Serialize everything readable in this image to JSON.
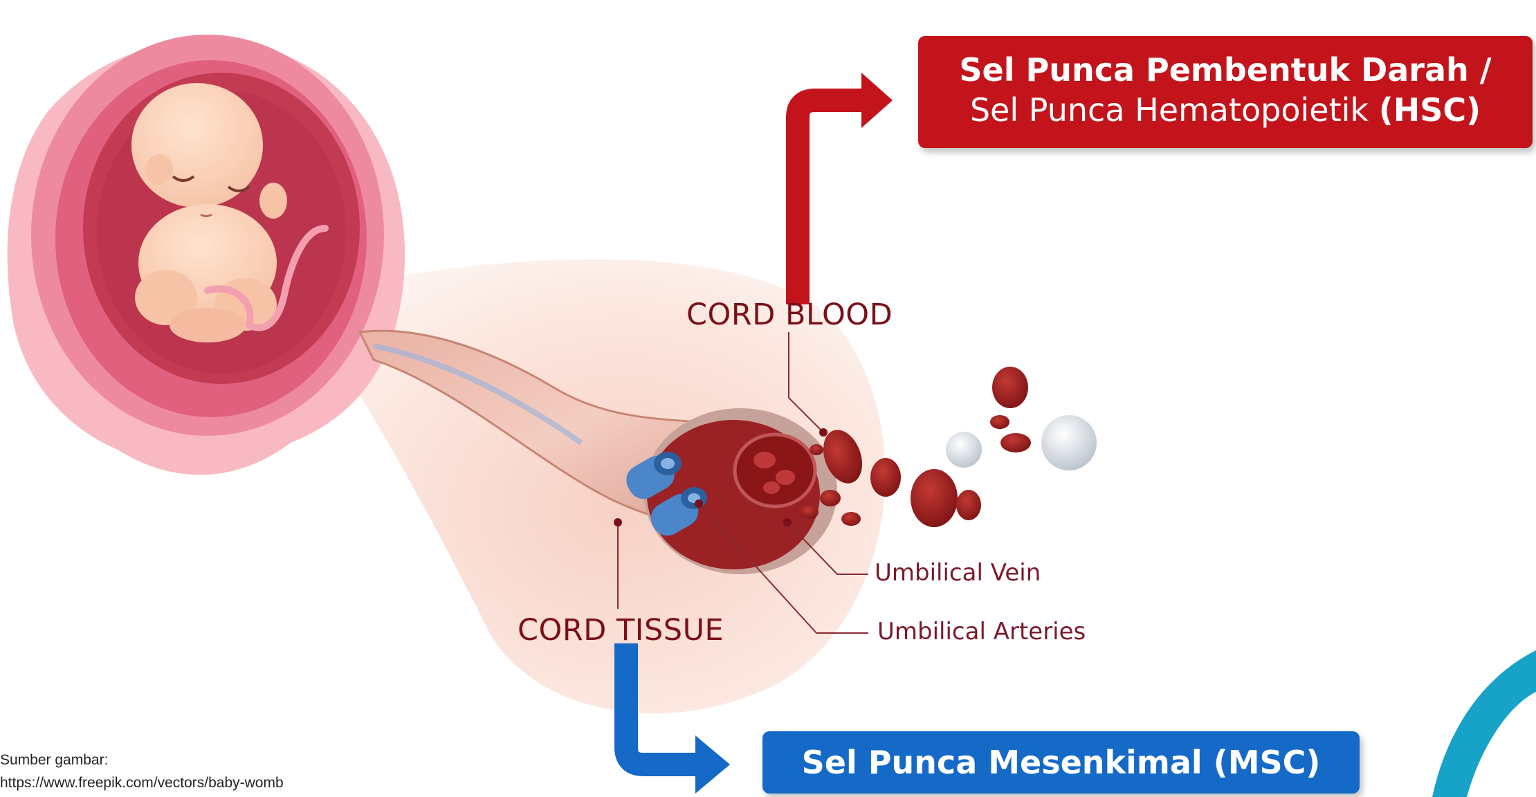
{
  "hsc_box": {
    "line1": "Sel Punca Pembentuk Darah /",
    "line2_plain": "Sel Punca Hematopoietik",
    "line2_bold": "(HSC)"
  },
  "msc_box": {
    "label": "Sel Punca Mesenkimal (MSC)"
  },
  "labels": {
    "cord_blood": "CORD BLOOD",
    "cord_tissue": "CORD TISSUE",
    "umbilical_vein": "Umbilical Vein",
    "umbilical_arteries": "Umbilical Arteries"
  },
  "source": {
    "heading": "Sumber gambar:",
    "url": "https://www.freepik.com/vectors/baby-womb"
  },
  "colors": {
    "hsc_red": "#c4141b",
    "msc_blue": "#1569c7",
    "label_maroon": "#7a1018",
    "womb_pink": "#ec7e93",
    "blood_cell": "#9c1a1c"
  }
}
